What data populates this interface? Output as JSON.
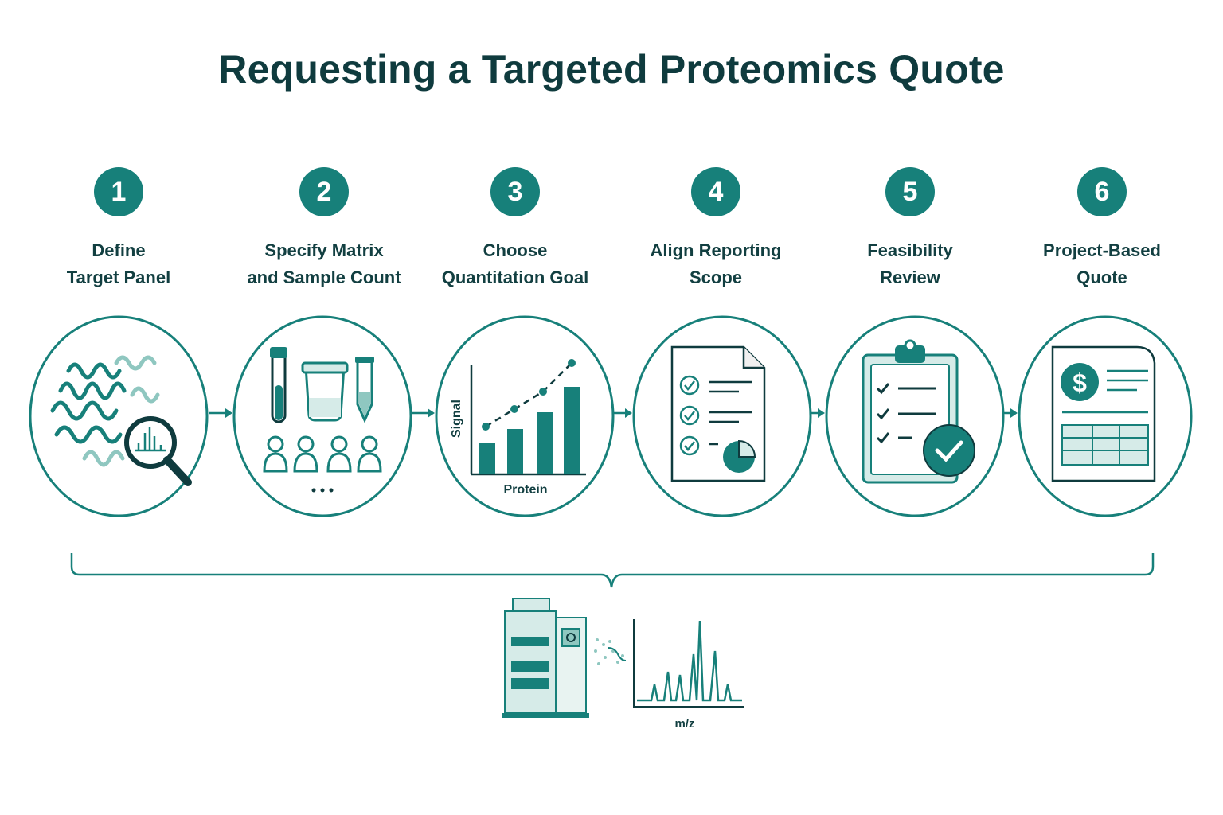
{
  "title": "Requesting a Targeted Proteomics Quote",
  "steps": [
    {
      "number": "1",
      "line1": "Define",
      "line2": "Target Panel",
      "icon": "protein-search-icon"
    },
    {
      "number": "2",
      "line1": "Specify Matrix",
      "line2": "and Sample Count",
      "icon": "sample-tubes-icon"
    },
    {
      "number": "3",
      "line1": "Choose",
      "line2": "Quantitation Goal",
      "icon": "quantitation-chart-icon",
      "ylabel": "Signal",
      "xlabel": "Protein"
    },
    {
      "number": "4",
      "line1": "Align Reporting",
      "line2": "Scope",
      "icon": "report-document-icon"
    },
    {
      "number": "5",
      "line1": "Feasibility",
      "line2": "Review",
      "icon": "clipboard-check-icon"
    },
    {
      "number": "6",
      "line1": "Project-Based",
      "line2": "Quote",
      "icon": "quote-invoice-icon"
    }
  ],
  "instrument": {
    "icon": "mass-spectrometer-icon",
    "spectrum_label": "m/z"
  },
  "colors": {
    "accent": "#17807a",
    "dark": "#0f3b3e",
    "light": "#d6ebe8",
    "mid": "#8fc7c0"
  }
}
